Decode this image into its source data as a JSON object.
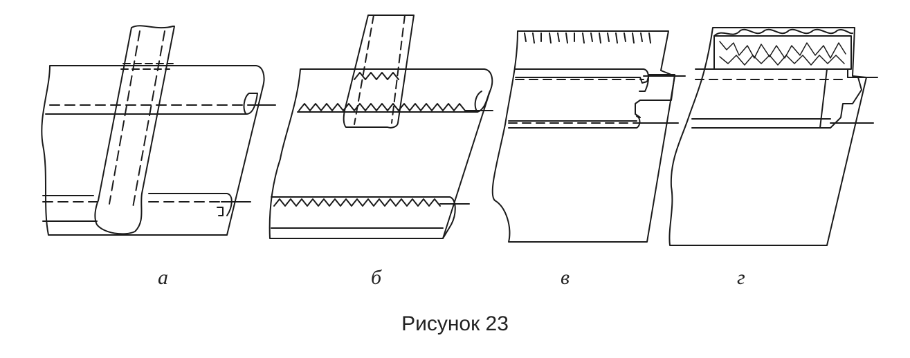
{
  "panels": [
    {
      "id": "a",
      "label": "а"
    },
    {
      "id": "b",
      "label": "б"
    },
    {
      "id": "v",
      "label": "в"
    },
    {
      "id": "g",
      "label": "г"
    }
  ],
  "caption": "Рисунок 23",
  "colors": {
    "ink": "#1a1a1a",
    "background": "#ffffff"
  }
}
